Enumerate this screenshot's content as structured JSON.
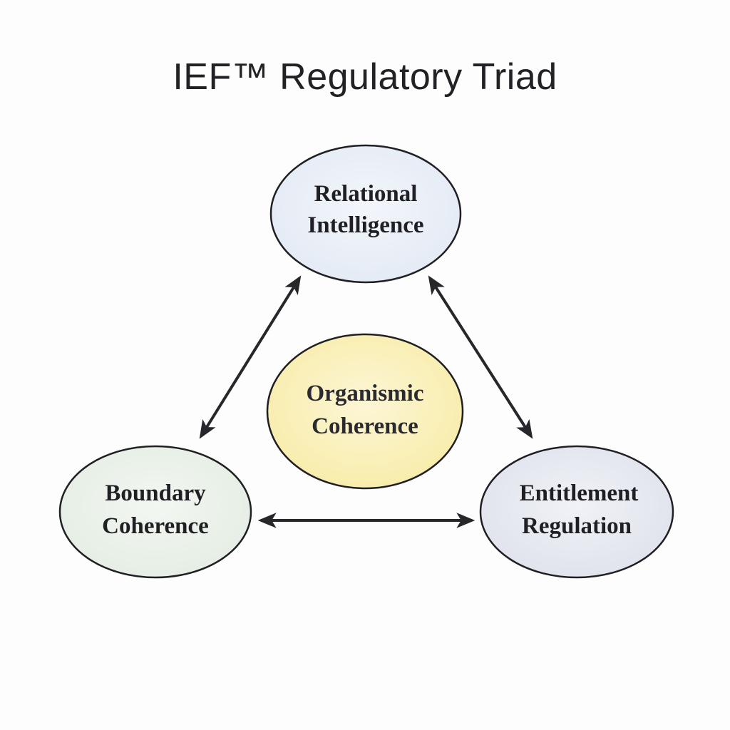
{
  "title": "IEF™ Regulatory Triad",
  "nodes": {
    "top": {
      "line1": "Relational",
      "line2": "Intelligence",
      "fill": "#e3eaf4"
    },
    "center": {
      "line1": "Organismic",
      "line2": "Coherence",
      "fill": "#f8eca8"
    },
    "left": {
      "line1": "Boundary",
      "line2": "Coherence",
      "fill": "#e4ede3"
    },
    "right": {
      "line1": "Entitlement",
      "line2": "Regulation",
      "fill": "#dfe2ec"
    }
  },
  "connectors": [
    {
      "from": "top",
      "to": "left",
      "bidirectional": true
    },
    {
      "from": "top",
      "to": "right",
      "bidirectional": true
    },
    {
      "from": "left",
      "to": "right",
      "bidirectional": true
    }
  ],
  "colors": {
    "outline": "#1f1f24",
    "arrow": "#26262b"
  }
}
